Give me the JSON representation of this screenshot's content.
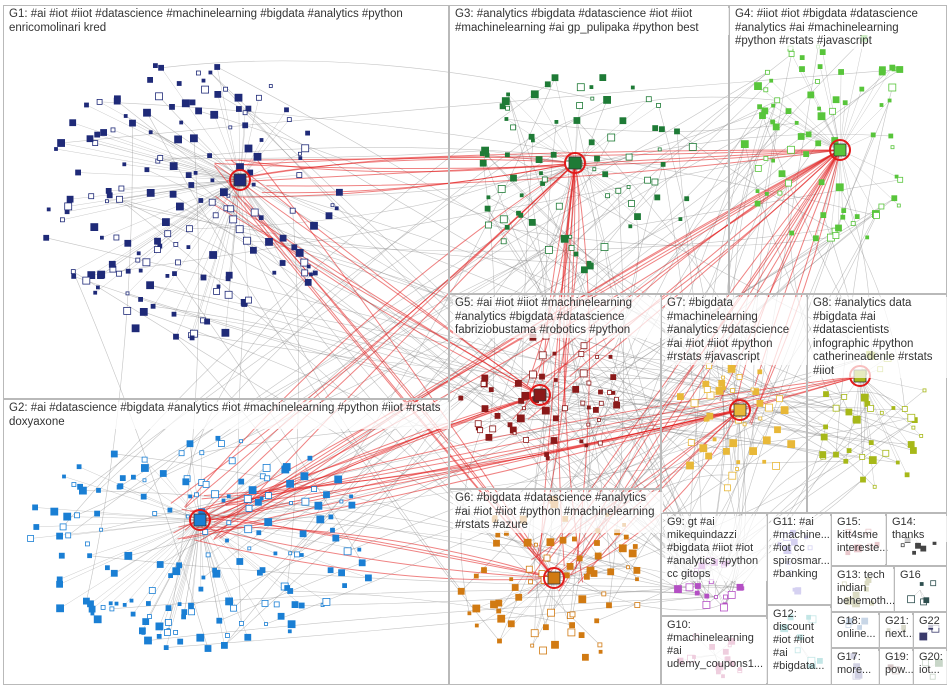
{
  "groups": [
    {
      "id": "G1",
      "label": "G1: #ai #iot #iiot #datascience #machinelearning #bigdata #analytics #python enricomolinari kred",
      "color": "#1f2a78",
      "seed": 11,
      "nodes": 170
    },
    {
      "id": "G2",
      "label": "G2: #ai #datascience #bigdata #analytics #iot #machinelearning #python #iiot #rstats doxyaxone",
      "color": "#1a7fd4",
      "seed": 23,
      "nodes": 170
    },
    {
      "id": "G3",
      "label": "G3: #analytics #bigdata #datascience #iot #iiot #machinelearning #ai gp_pulipaka #python best",
      "color": "#1e7b36",
      "seed": 37,
      "nodes": 80
    },
    {
      "id": "G4",
      "label": "G4: #iiot #iot #bigdata #datascience #analytics #ai #machinelearning #python #rstats #javascript",
      "color": "#58c53b",
      "seed": 41,
      "nodes": 80
    },
    {
      "id": "G5",
      "label": "G5: #ai #iot #iiot #machinelearning #analytics #bigdata #datascience fabriziobustama #robotics #python",
      "color": "#8b1a1a",
      "seed": 53,
      "nodes": 60
    },
    {
      "id": "G6",
      "label": "G6: #bigdata #datascience #analytics #ai #iot #iiot #python #machinelearning #rstats #azure",
      "color": "#d17a12",
      "seed": 61,
      "nodes": 75
    },
    {
      "id": "G7",
      "label": "G7: #bigdata #machinelearning #analytics #datascience #ai #iot #iiot #python #rstats #javascript",
      "color": "#e8b838",
      "seed": 71,
      "nodes": 45
    },
    {
      "id": "G8",
      "label": "G8: #analytics data #bigdata #ai #datascientists infographic #python catherineadenle #rstats #iiot",
      "color": "#a7b819",
      "seed": 83,
      "nodes": 40
    },
    {
      "id": "G9",
      "label": "G9: gt #ai mikequindazzi #bigdata #iiot #iot #analytics #python cc gitops",
      "color": "#b44fc4",
      "seed": 97,
      "nodes": 22
    },
    {
      "id": "G10",
      "label": "G10: #machinelearning #ai udemy_coupons1...",
      "color": "#c44f8a",
      "seed": 101,
      "nodes": 16
    },
    {
      "id": "G11",
      "label": "G11: #ai #machine... #iot cc spirosmar... #banking",
      "color": "#6a5acd",
      "seed": 103,
      "nodes": 12
    },
    {
      "id": "G12",
      "label": "G12: discount #iot #iiot #ai #bigdata...",
      "color": "#2aa7a7",
      "seed": 107,
      "nodes": 10
    },
    {
      "id": "G13",
      "label": "G13: tech indian behemoth...",
      "color": "#7f7f2a",
      "seed": 109,
      "nodes": 8
    },
    {
      "id": "G14",
      "label": "G14: thanks",
      "color": "#444444",
      "seed": 113,
      "nodes": 6
    },
    {
      "id": "G15",
      "label": "G15: kitt4sme intereste...",
      "color": "#b03a48",
      "seed": 127,
      "nodes": 6
    },
    {
      "id": "G16",
      "label": "G16",
      "color": "#2f4f4f",
      "seed": 131,
      "nodes": 5
    },
    {
      "id": "G17",
      "label": "G17: more...",
      "color": "#5a5a9a",
      "seed": 137,
      "nodes": 4
    },
    {
      "id": "G18",
      "label": "G18: online...",
      "color": "#3a6ea5",
      "seed": 139,
      "nodes": 4
    },
    {
      "id": "G19",
      "label": "G19: pow...",
      "color": "#6b3a3a",
      "seed": 149,
      "nodes": 3
    },
    {
      "id": "G20",
      "label": "G20: iot...",
      "color": "#3a6b3a",
      "seed": 151,
      "nodes": 3
    },
    {
      "id": "G21",
      "label": "G21: next...",
      "color": "#6b6b3a",
      "seed": 157,
      "nodes": 3
    },
    {
      "id": "G22",
      "label": "G22",
      "color": "#3a3a6b",
      "seed": 163,
      "nodes": 3
    }
  ],
  "style": {
    "edge_color": "#8a8a8a",
    "highlight_edge_color": "#e21b1b",
    "border_color": "#b9b9b9",
    "background": "#ffffff"
  }
}
